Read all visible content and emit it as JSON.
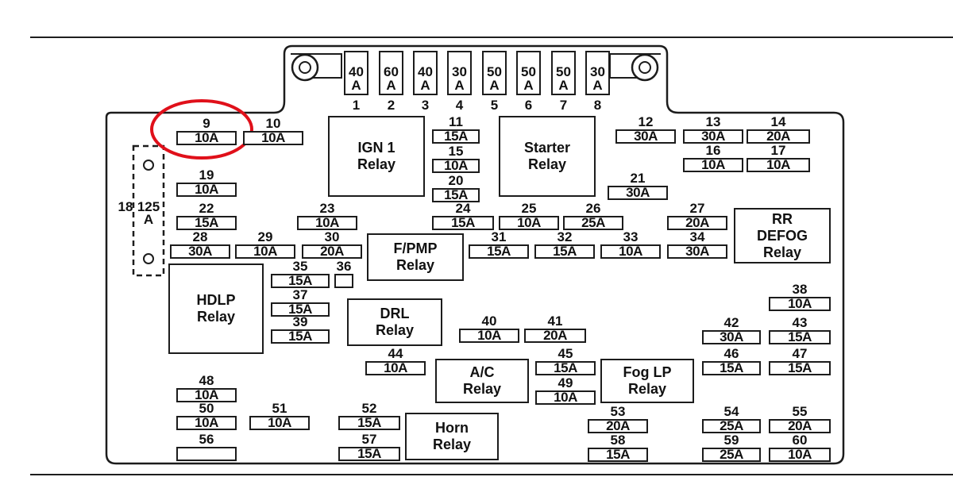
{
  "highlight_color": "#e0101a",
  "line_color": "#1c1c1c",
  "maxi_fuses": [
    {
      "number": "1",
      "rating": "40",
      "unit": "A"
    },
    {
      "number": "2",
      "rating": "60",
      "unit": "A"
    },
    {
      "number": "3",
      "rating": "40",
      "unit": "A"
    },
    {
      "number": "4",
      "rating": "30",
      "unit": "A"
    },
    {
      "number": "5",
      "rating": "50",
      "unit": "A"
    },
    {
      "number": "6",
      "rating": "50",
      "unit": "A"
    },
    {
      "number": "7",
      "rating": "50",
      "unit": "A"
    },
    {
      "number": "8",
      "rating": "30",
      "unit": "A"
    }
  ],
  "fuse18": {
    "number": "18",
    "rating": "125",
    "unit": "A"
  },
  "fuses": {
    "f9": {
      "number": "9",
      "rating": "10A"
    },
    "f10": {
      "number": "10",
      "rating": "10A"
    },
    "f11": {
      "number": "11",
      "rating": "15A"
    },
    "f12": {
      "number": "12",
      "rating": "30A"
    },
    "f13": {
      "number": "13",
      "rating": "30A"
    },
    "f14": {
      "number": "14",
      "rating": "20A"
    },
    "f15": {
      "number": "15",
      "rating": "10A"
    },
    "f16": {
      "number": "16",
      "rating": "10A"
    },
    "f17": {
      "number": "17",
      "rating": "10A"
    },
    "f19": {
      "number": "19",
      "rating": "10A"
    },
    "f20": {
      "number": "20",
      "rating": "15A"
    },
    "f21": {
      "number": "21",
      "rating": "30A"
    },
    "f22": {
      "number": "22",
      "rating": "15A"
    },
    "f23": {
      "number": "23",
      "rating": "10A"
    },
    "f24": {
      "number": "24",
      "rating": "15A"
    },
    "f25": {
      "number": "25",
      "rating": "10A"
    },
    "f26": {
      "number": "26",
      "rating": "25A"
    },
    "f27": {
      "number": "27",
      "rating": "20A"
    },
    "f28": {
      "number": "28",
      "rating": "30A"
    },
    "f29": {
      "number": "29",
      "rating": "10A"
    },
    "f30": {
      "number": "30",
      "rating": "20A"
    },
    "f31": {
      "number": "31",
      "rating": "15A"
    },
    "f32": {
      "number": "32",
      "rating": "15A"
    },
    "f33": {
      "number": "33",
      "rating": "10A"
    },
    "f34": {
      "number": "34",
      "rating": "30A"
    },
    "f35": {
      "number": "35",
      "rating": "15A"
    },
    "f36": {
      "number": "36",
      "rating": ""
    },
    "f37": {
      "number": "37",
      "rating": "15A"
    },
    "f38": {
      "number": "38",
      "rating": "10A"
    },
    "f39": {
      "number": "39",
      "rating": "15A"
    },
    "f40": {
      "number": "40",
      "rating": "10A"
    },
    "f41": {
      "number": "41",
      "rating": "20A"
    },
    "f42": {
      "number": "42",
      "rating": "30A"
    },
    "f43": {
      "number": "43",
      "rating": "15A"
    },
    "f44": {
      "number": "44",
      "rating": "10A"
    },
    "f45": {
      "number": "45",
      "rating": "15A"
    },
    "f46": {
      "number": "46",
      "rating": "15A"
    },
    "f47": {
      "number": "47",
      "rating": "15A"
    },
    "f48": {
      "number": "48",
      "rating": "10A"
    },
    "f49": {
      "number": "49",
      "rating": "10A"
    },
    "f50": {
      "number": "50",
      "rating": "10A"
    },
    "f51": {
      "number": "51",
      "rating": "10A"
    },
    "f52": {
      "number": "52",
      "rating": "15A"
    },
    "f53": {
      "number": "53",
      "rating": "20A"
    },
    "f54": {
      "number": "54",
      "rating": "25A"
    },
    "f55": {
      "number": "55",
      "rating": "20A"
    },
    "f56": {
      "number": "56",
      "rating": ""
    },
    "f57": {
      "number": "57",
      "rating": "15A"
    },
    "f58": {
      "number": "58",
      "rating": "15A"
    },
    "f59": {
      "number": "59",
      "rating": "25A"
    },
    "f60": {
      "number": "60",
      "rating": "10A"
    }
  },
  "relays": {
    "ign1": {
      "line1": "IGN 1",
      "line2": "Relay"
    },
    "starter": {
      "line1": "Starter",
      "line2": "Relay"
    },
    "rrdefog": {
      "line1": "RR",
      "line2": "DEFOG",
      "line3": "Relay"
    },
    "fpmp": {
      "line1": "F/PMP",
      "line2": "Relay"
    },
    "hdlp": {
      "line1": "HDLP",
      "line2": "Relay"
    },
    "drl": {
      "line1": "DRL",
      "line2": "Relay"
    },
    "ac": {
      "line1": "A/C",
      "line2": "Relay"
    },
    "foglp": {
      "line1": "Fog LP",
      "line2": "Relay"
    },
    "horn": {
      "line1": "Horn",
      "line2": "Relay"
    }
  }
}
